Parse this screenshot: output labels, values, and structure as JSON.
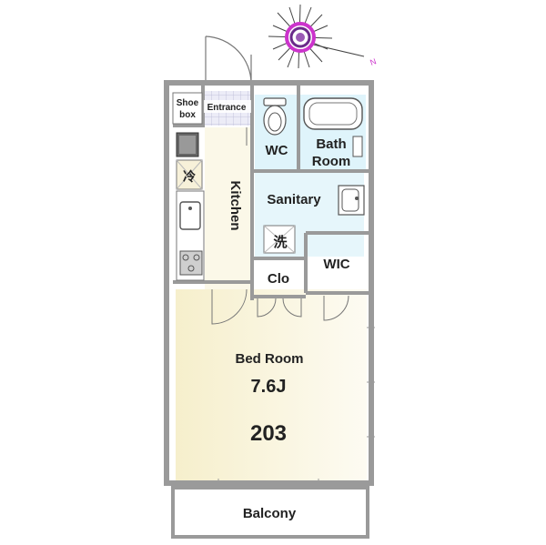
{
  "compass": {
    "north_label": "N"
  },
  "rooms": {
    "shoe_box": {
      "line1": "Shoe",
      "line2": "box"
    },
    "entrance": "Entrance",
    "wc": "WC",
    "bath_room": {
      "line1": "Bath",
      "line2": "Room"
    },
    "refrigerator": "冷",
    "kitchen": "Kitchen",
    "sanitary": "Sanitary",
    "washer": "洗",
    "wic": "WIC",
    "closet": "Clo",
    "bed_room": {
      "name": "Bed Room",
      "size": "7.6J",
      "unit_number": "203"
    },
    "balcony": "Balcony"
  },
  "colors": {
    "wall": "#9a9a9a",
    "wall_dark": "#555555",
    "bedroom_floor": "#f8f3d6",
    "kitchen_floor": "#fbf8e8",
    "wet_area": "#dff4fb",
    "entrance_tile": "#d9d9f0",
    "compass_ring": "#cc33cc"
  }
}
